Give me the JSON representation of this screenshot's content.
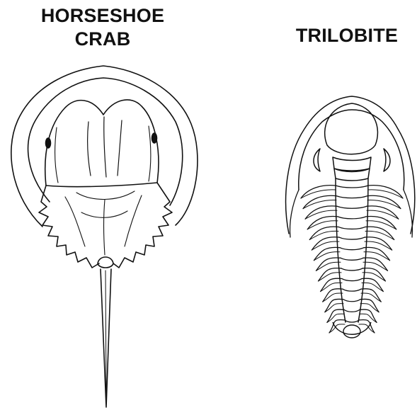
{
  "labels": {
    "horseshoe_crab_line1": "HORSESHOE",
    "horseshoe_crab_line2": "CRAB",
    "trilobite": "TRILOBITE"
  },
  "colors": {
    "ink": "#111111",
    "background": "#ffffff"
  }
}
